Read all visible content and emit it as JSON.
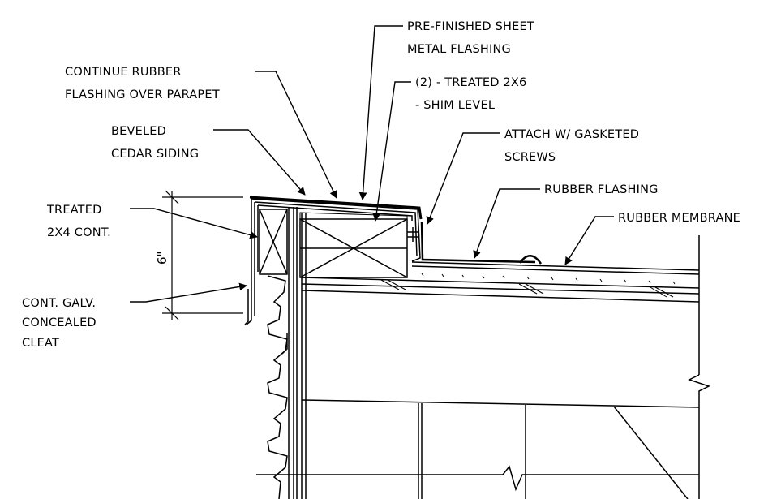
{
  "labels": {
    "pre_finished_flashing": [
      "PRE-FINISHED SHEET",
      "METAL FLASHING"
    ],
    "continue_rubber": [
      "CONTINUE RUBBER",
      "FLASHING OVER PARAPET"
    ],
    "treated_2x6": [
      "(2) - TREATED 2X6",
      "- SHIM LEVEL"
    ],
    "beveled_cedar": [
      "BEVELED",
      "CEDAR SIDING"
    ],
    "attach_screws": [
      "ATTACH W/ GASKETED",
      "SCREWS"
    ],
    "rubber_flashing": [
      "RUBBER FLASHING"
    ],
    "rubber_membrane": [
      "RUBBER MEMBRANE"
    ],
    "treated_2x4": [
      "TREATED",
      "2X4 CONT."
    ],
    "galv_cleat": [
      "CONT. GALV.",
      "CONCEALED",
      "CLEAT"
    ]
  },
  "dimension": {
    "text": "6\""
  },
  "colors": {
    "line": "#000000",
    "background": "#ffffff"
  }
}
